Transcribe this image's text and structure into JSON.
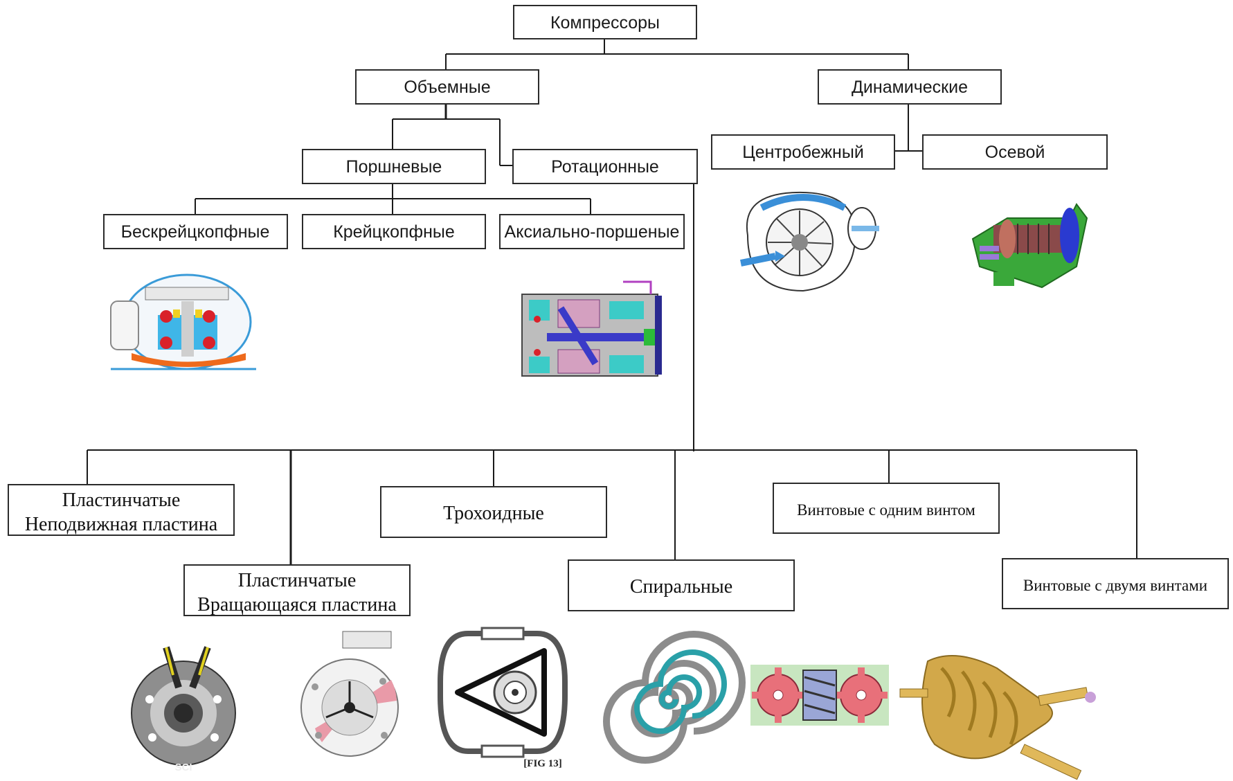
{
  "nodes": {
    "root": "Компрессоры",
    "volumetric": "Объемные",
    "dynamic": "Динамические",
    "piston": "Поршневые",
    "rotary": "Ротационные",
    "centrifugal": "Центробежный",
    "axial": "Осевой",
    "crossheadless": "Бескрейцкопфные",
    "crosshead": "Крейцкопфные",
    "axial_piston": "Аксиально-поршеные",
    "vane_fixed_line1": "Пластинчатые",
    "vane_fixed_line2": "Неподвижная пластина",
    "vane_rotating_line1": "Пластинчатые",
    "vane_rotating_line2": "Вращающаяся пластина",
    "trochoid": "Трохоидные",
    "scroll": "Спиральные",
    "single_screw": "Винтовые с одним винтом",
    "twin_screw": "Винтовые с двумя винтами"
  },
  "image_labels": {
    "sci": "SCI",
    "fig13": "[FIG 13]"
  },
  "colors": {
    "stroke": "#2b2b2b",
    "accent_blue": "#2f8fd8",
    "accent_red": "#d8323a",
    "gear_pink": "#e8707a",
    "screw_gold": "#c89a3c",
    "scroll_teal": "#2aa0a8"
  },
  "icons": [
    "centrifugal-compressor-illustration",
    "axial-compressor-illustration",
    "crossheadless-compressor-illustration",
    "axial-piston-compressor-illustration",
    "vane-fixed-compressor-illustration",
    "vane-rotating-compressor-illustration",
    "trochoid-rotor-illustration",
    "scroll-spiral-illustration",
    "single-screw-gear-illustration",
    "twin-screw-rotor-illustration"
  ]
}
